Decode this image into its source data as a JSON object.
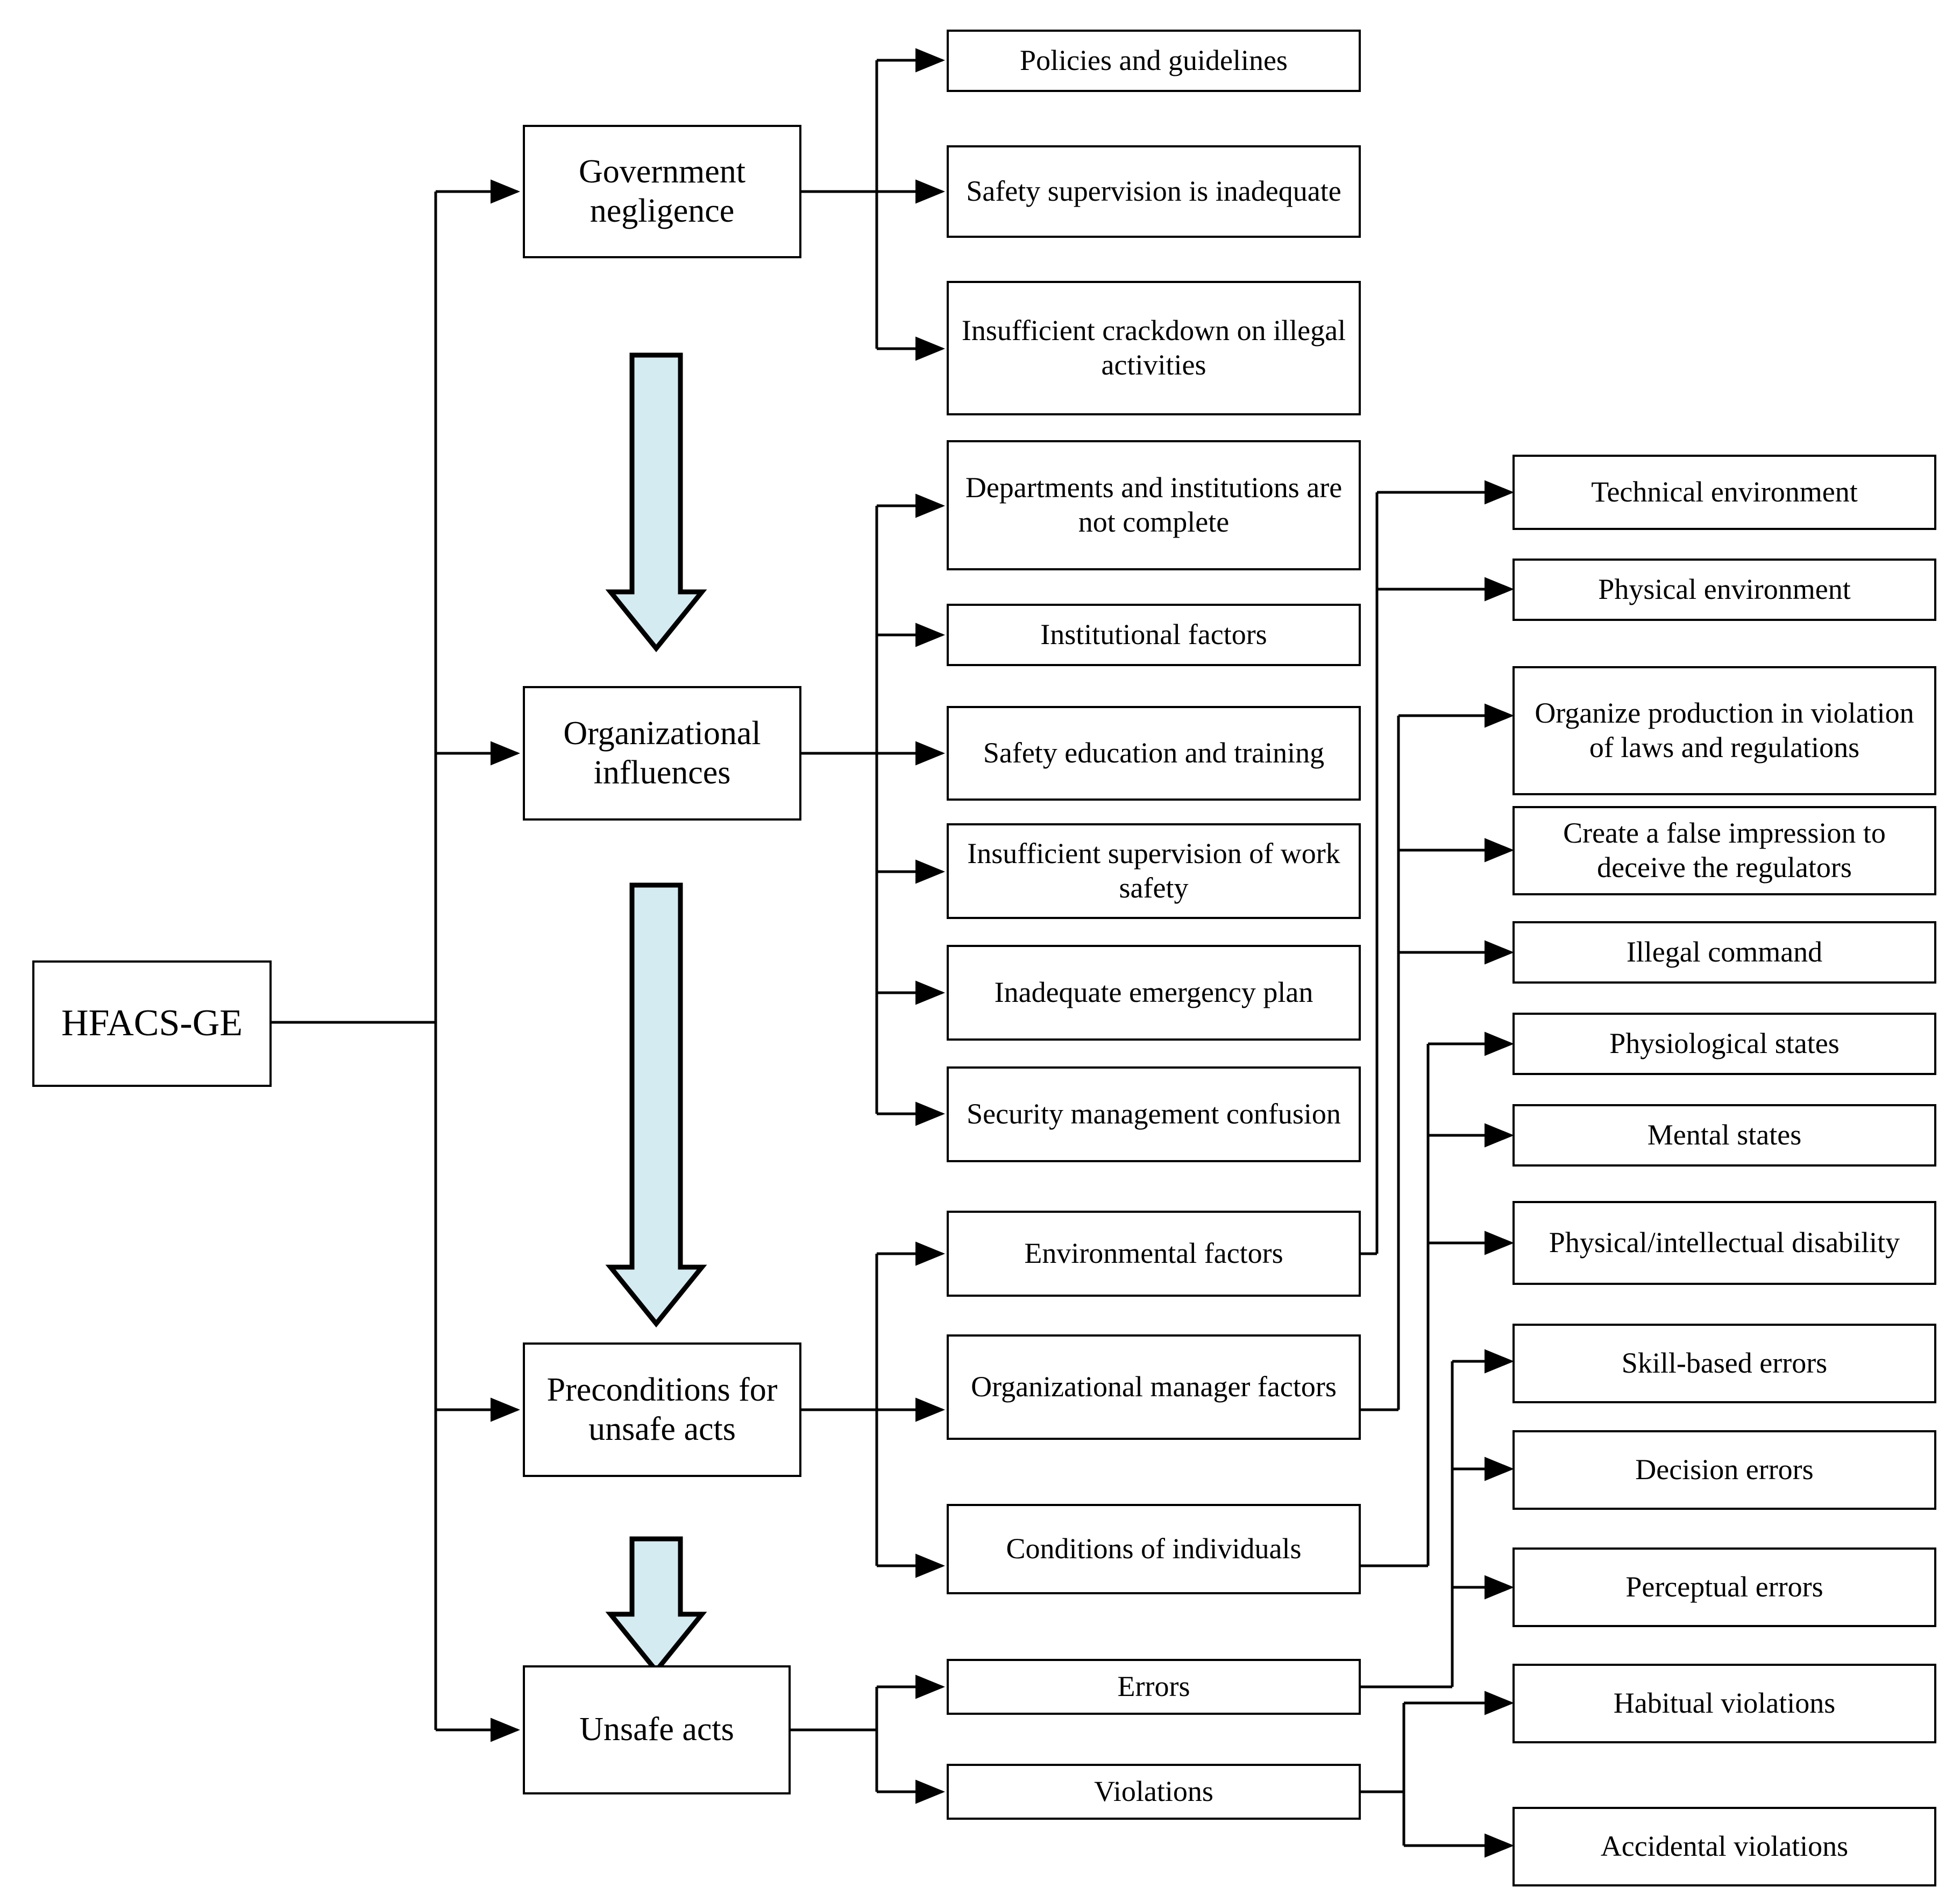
{
  "diagram": {
    "title": "HFACS-GE",
    "type": "hierarchical-tree",
    "accent_arrow_fill": "#d4ebf2",
    "line_color": "#000000",
    "box_fill": "#ffffff",
    "root": {
      "label": "HFACS-GE"
    },
    "levels": [
      {
        "name": "level-1",
        "items": [
          {
            "label": "Government negligence"
          },
          {
            "label": "Organizational influences"
          },
          {
            "label": "Preconditions for unsafe acts"
          },
          {
            "label": "Unsafe acts"
          }
        ]
      },
      {
        "name": "level-2",
        "items": [
          {
            "label": "Policies and guidelines",
            "parent": "Government negligence"
          },
          {
            "label": "Safety supervision is inadequate",
            "parent": "Government negligence"
          },
          {
            "label": "Insufficient crackdown on illegal activities",
            "parent": "Government negligence"
          },
          {
            "label": "Departments and institutions are not complete",
            "parent": "Organizational influences"
          },
          {
            "label": "Institutional factors",
            "parent": "Organizational influences"
          },
          {
            "label": "Safety education and training",
            "parent": "Organizational influences"
          },
          {
            "label": "Insufficient supervision of work safety",
            "parent": "Organizational influences"
          },
          {
            "label": "Inadequate emergency plan",
            "parent": "Organizational influences"
          },
          {
            "label": "Security management confusion",
            "parent": "Organizational influences"
          },
          {
            "label": "Environmental factors",
            "parent": "Preconditions for unsafe acts"
          },
          {
            "label": "Organizational manager factors",
            "parent": "Preconditions for unsafe acts"
          },
          {
            "label": "Conditions of individuals",
            "parent": "Preconditions for unsafe acts"
          },
          {
            "label": "Errors",
            "parent": "Unsafe acts"
          },
          {
            "label": "Violations",
            "parent": "Unsafe acts"
          }
        ]
      },
      {
        "name": "level-3",
        "items": [
          {
            "label": "Technical environment",
            "parent": "Environmental factors"
          },
          {
            "label": "Physical environment",
            "parent": "Environmental factors"
          },
          {
            "label": "Organize production in violation of laws and regulations",
            "parent": "Organizational manager factors"
          },
          {
            "label": "Create a false impression to deceive the regulators",
            "parent": "Organizational manager factors"
          },
          {
            "label": "Illegal command",
            "parent": "Organizational manager factors"
          },
          {
            "label": "Physiological states",
            "parent": "Conditions of individuals"
          },
          {
            "label": "Mental states",
            "parent": "Conditions of individuals"
          },
          {
            "label": "Physical/intellectual disability",
            "parent": "Conditions of individuals"
          },
          {
            "label": "Skill-based errors",
            "parent": "Errors"
          },
          {
            "label": "Decision errors",
            "parent": "Errors"
          },
          {
            "label": "Perceptual errors",
            "parent": "Errors"
          },
          {
            "label": "Habitual violations",
            "parent": "Violations"
          },
          {
            "label": "Accidental violations",
            "parent": "Violations"
          }
        ]
      }
    ],
    "flow_arrows": [
      {
        "from": "Government negligence",
        "to": "Organizational influences"
      },
      {
        "from": "Organizational influences",
        "to": "Preconditions for unsafe acts"
      },
      {
        "from": "Preconditions for unsafe acts",
        "to": "Unsafe acts"
      }
    ]
  }
}
